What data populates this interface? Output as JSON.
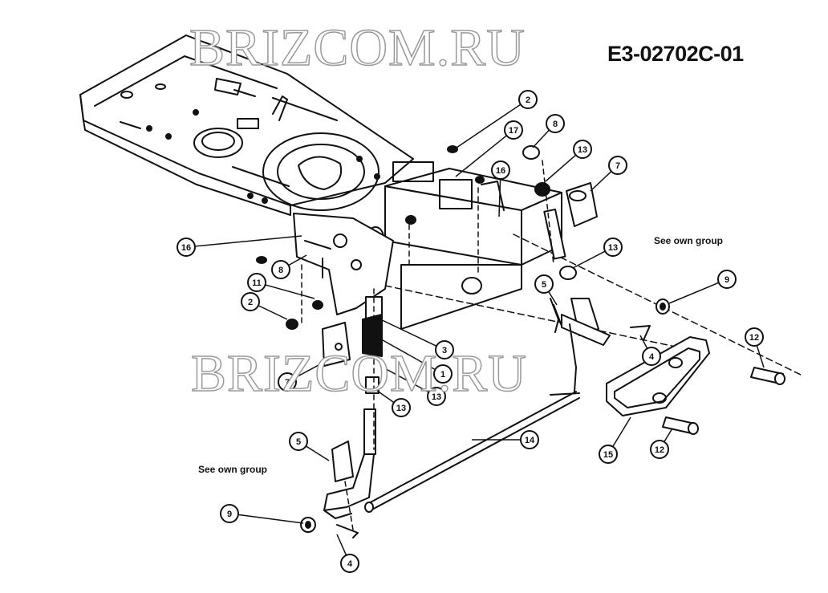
{
  "header": {
    "diagram_code": "E3-02702C-01"
  },
  "watermark": {
    "text": "BRIZCOM.RU"
  },
  "notes": {
    "see_own_group": "See own group"
  },
  "callouts": [
    {
      "id": "c2-top",
      "label": "2"
    },
    {
      "id": "c17",
      "label": "17"
    },
    {
      "id": "c8-top",
      "label": "8"
    },
    {
      "id": "c13-top",
      "label": "13"
    },
    {
      "id": "c7-top",
      "label": "7"
    },
    {
      "id": "c16-right",
      "label": "16"
    },
    {
      "id": "c16-left",
      "label": "16"
    },
    {
      "id": "c8-left",
      "label": "8"
    },
    {
      "id": "c11",
      "label": "11"
    },
    {
      "id": "c2-left",
      "label": "2"
    },
    {
      "id": "c13-mid",
      "label": "13"
    },
    {
      "id": "c9-right",
      "label": "9"
    },
    {
      "id": "c5-right",
      "label": "5"
    },
    {
      "id": "c12-right",
      "label": "12"
    },
    {
      "id": "c4-right",
      "label": "4"
    },
    {
      "id": "c3",
      "label": "3"
    },
    {
      "id": "c1",
      "label": "1"
    },
    {
      "id": "c13-low",
      "label": "13"
    },
    {
      "id": "c13-bottom",
      "label": "13"
    },
    {
      "id": "c7-left",
      "label": "7"
    },
    {
      "id": "c15",
      "label": "15"
    },
    {
      "id": "c12-bottom",
      "label": "12"
    },
    {
      "id": "c14",
      "label": "14"
    },
    {
      "id": "c5-left",
      "label": "5"
    },
    {
      "id": "c9-left",
      "label": "9"
    },
    {
      "id": "c4-bottom",
      "label": "4"
    }
  ]
}
